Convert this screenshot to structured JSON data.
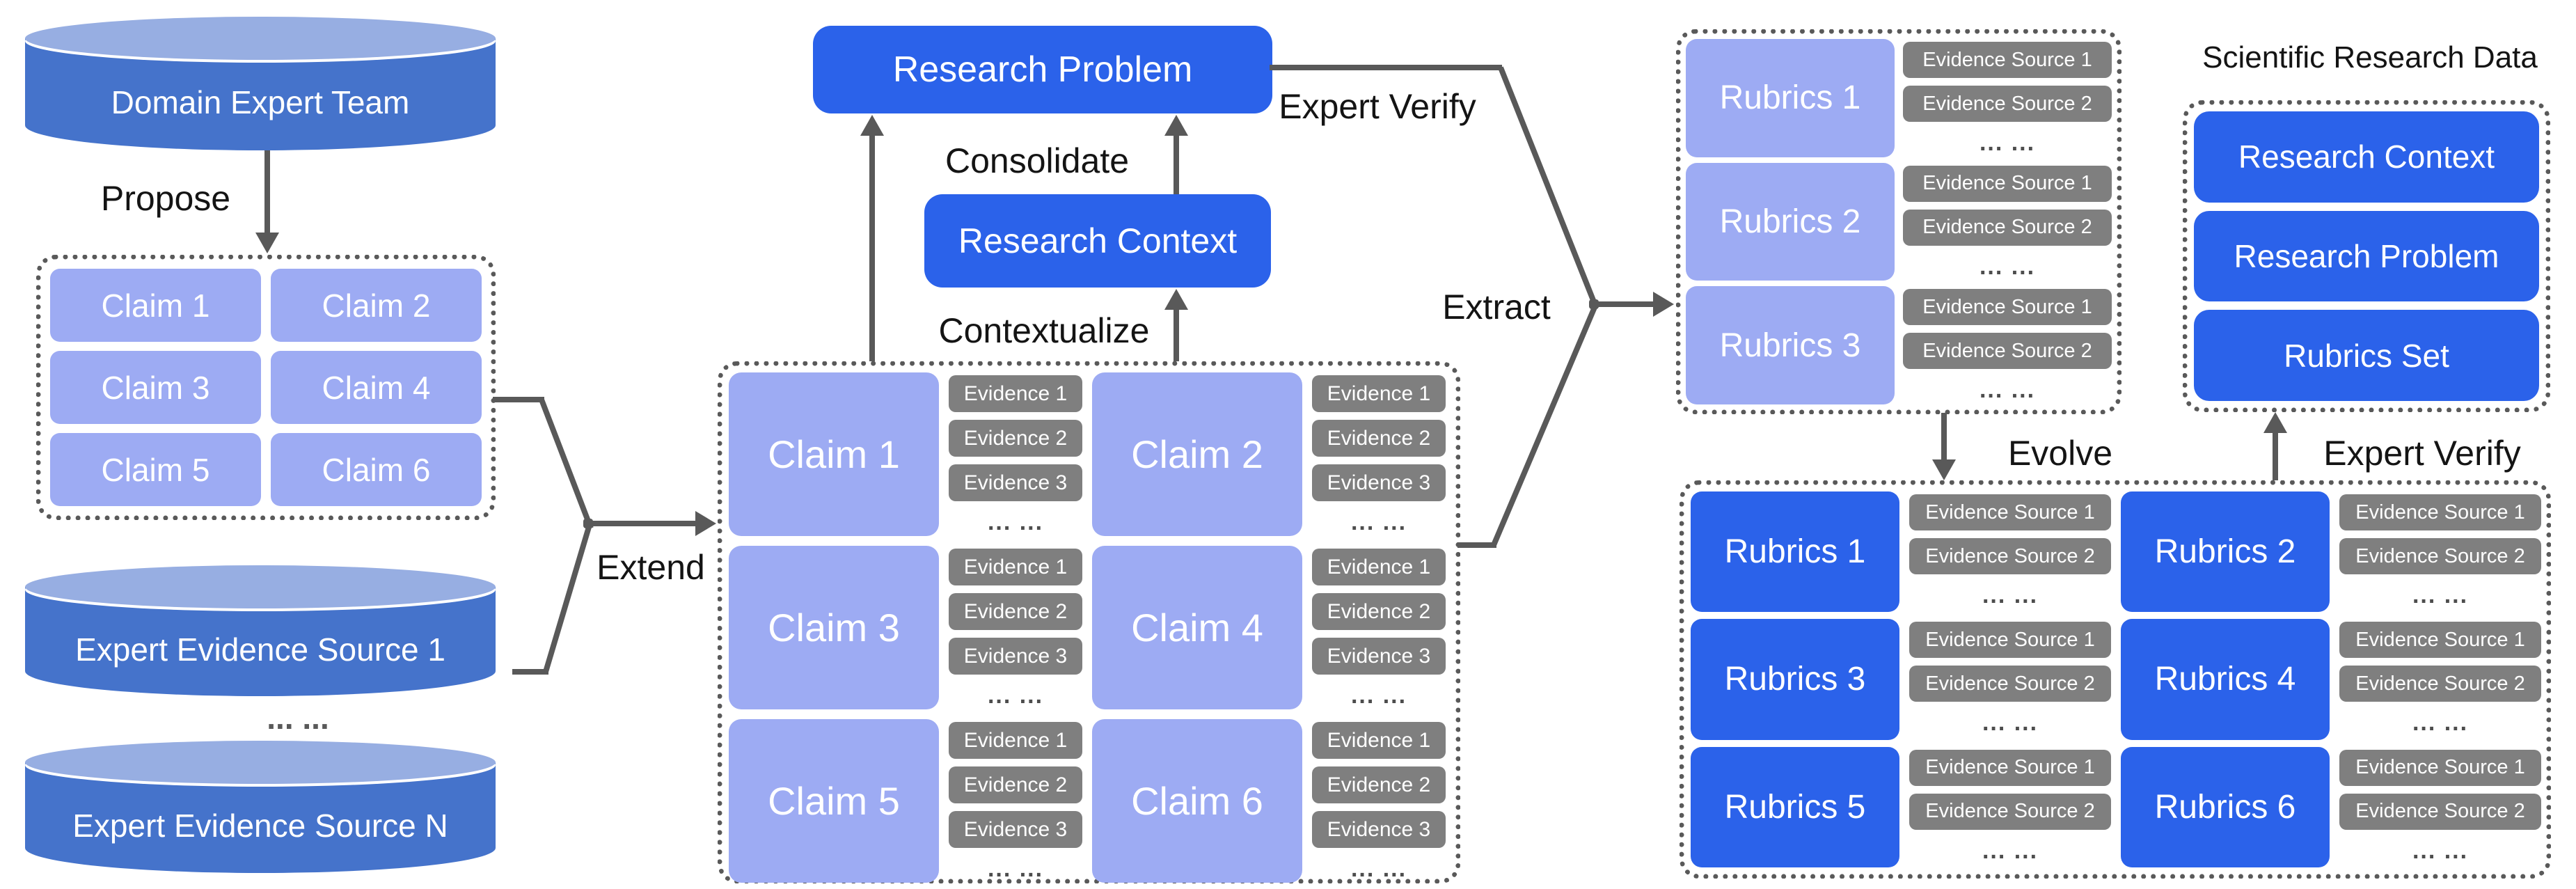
{
  "labels": {
    "propose": "Propose",
    "extend": "Extend",
    "consolidate": "Consolidate",
    "contextualize": "Contextualize",
    "expert_verify_top": "Expert Verify",
    "extract": "Extract",
    "evolve": "Evolve",
    "expert_verify_bottom": "Expert Verify",
    "dots": "... ..."
  },
  "cylinders": {
    "team": "Domain Expert Team",
    "source_1": "Expert Evidence Source 1",
    "source_n": "Expert Evidence Source N"
  },
  "claims_overview": [
    "Claim 1",
    "Claim 2",
    "Claim 3",
    "Claim 4",
    "Claim 5",
    "Claim 6"
  ],
  "nodes": {
    "research_problem": "Research Problem",
    "research_context": "Research Context"
  },
  "claim_groups": [
    {
      "claim": "Claim 1",
      "evidence": [
        "Evidence 1",
        "Evidence 2",
        "Evidence 3"
      ]
    },
    {
      "claim": "Claim 2",
      "evidence": [
        "Evidence 1",
        "Evidence 2",
        "Evidence 3"
      ]
    },
    {
      "claim": "Claim 3",
      "evidence": [
        "Evidence 1",
        "Evidence 2",
        "Evidence 3"
      ]
    },
    {
      "claim": "Claim 4",
      "evidence": [
        "Evidence 1",
        "Evidence 2",
        "Evidence 3"
      ]
    },
    {
      "claim": "Claim 5",
      "evidence": [
        "Evidence 1",
        "Evidence 2",
        "Evidence 3"
      ]
    },
    {
      "claim": "Claim 6",
      "evidence": [
        "Evidence 1",
        "Evidence 2",
        "Evidence 3"
      ]
    }
  ],
  "rubrics_draft": [
    {
      "name": "Rubrics 1",
      "sources": [
        "Evidence Source 1",
        "Evidence Source 2"
      ]
    },
    {
      "name": "Rubrics 2",
      "sources": [
        "Evidence Source 1",
        "Evidence Source 2"
      ]
    },
    {
      "name": "Rubrics 3",
      "sources": [
        "Evidence Source 1",
        "Evidence Source 2"
      ]
    }
  ],
  "scientific_research_data": {
    "title": "Scientific Research Data",
    "items": [
      "Research Context",
      "Research Problem",
      "Rubrics Set"
    ]
  },
  "rubrics_evolved": [
    {
      "name": "Rubrics 1",
      "sources": [
        "Evidence Source 1",
        "Evidence Source 2"
      ]
    },
    {
      "name": "Rubrics 2",
      "sources": [
        "Evidence Source 1",
        "Evidence Source 2"
      ]
    },
    {
      "name": "Rubrics 3",
      "sources": [
        "Evidence Source 1",
        "Evidence Source 2"
      ]
    },
    {
      "name": "Rubrics 4",
      "sources": [
        "Evidence Source 1",
        "Evidence Source 2"
      ]
    },
    {
      "name": "Rubrics 5",
      "sources": [
        "Evidence Source 1",
        "Evidence Source 2"
      ]
    },
    {
      "name": "Rubrics 6",
      "sources": [
        "Evidence Source 1",
        "Evidence Source 2"
      ]
    }
  ],
  "colors": {
    "accent_blue": "#2b62ea",
    "periwinkle": "#9dabf3",
    "evidence_gray": "#7f7f7f",
    "line_gray": "#595959",
    "cylinder_body": "#4573cb",
    "cylinder_top": "#97aee2"
  }
}
